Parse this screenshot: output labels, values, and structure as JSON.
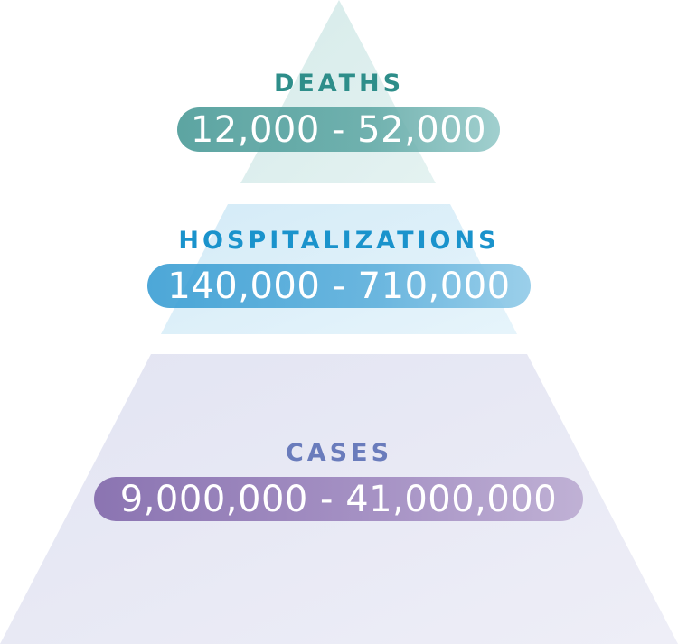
{
  "chart_data": {
    "type": "pyramid",
    "title": "",
    "levels": [
      {
        "label": "DEATHS",
        "range": "12,000 - 52,000",
        "min": 12000,
        "max": 52000,
        "color": "#2e8e8a"
      },
      {
        "label": "HOSPITALIZATIONS",
        "range": "140,000 - 710,000",
        "min": 140000,
        "max": 710000,
        "color": "#1a93cc"
      },
      {
        "label": "CASES",
        "range": "9,000,000 - 41,000,000",
        "min": 9000000,
        "max": 41000000,
        "color": "#6a7cbc"
      }
    ]
  },
  "tiers": {
    "deaths": {
      "label": "DEATHS",
      "range": "12,000 - 52,000"
    },
    "hospitalizations": {
      "label": "HOSPITALIZATIONS",
      "range": "140,000 - 710,000"
    },
    "cases": {
      "label": "CASES",
      "range": "9,000,000 - 41,000,000"
    }
  },
  "colors": {
    "deaths_fill": "#dcefee",
    "hospitalizations_fill": "#dcf0fa",
    "cases_fill": "#e7e8f4"
  }
}
